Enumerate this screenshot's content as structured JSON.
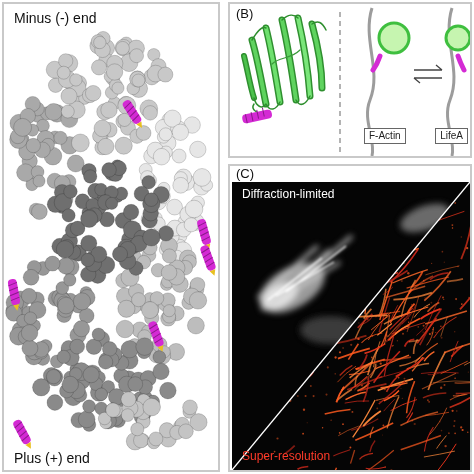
{
  "diagram": {
    "nodes": [
      {
        "text": [
          "Minus (-) end",
          "Plus (+) end"
        ]
      },
      {
        "text": [
          "(B)"
        ]
      },
      {
        "text": [
          "F-Actin"
        ],
        "in": 1
      },
      {
        "text": [
          "LifeA"
        ],
        "in": 1
      },
      {
        "text": [
          "(C)",
          "Diffraction-limited",
          "Super-resolution"
        ]
      }
    ]
  }
}
